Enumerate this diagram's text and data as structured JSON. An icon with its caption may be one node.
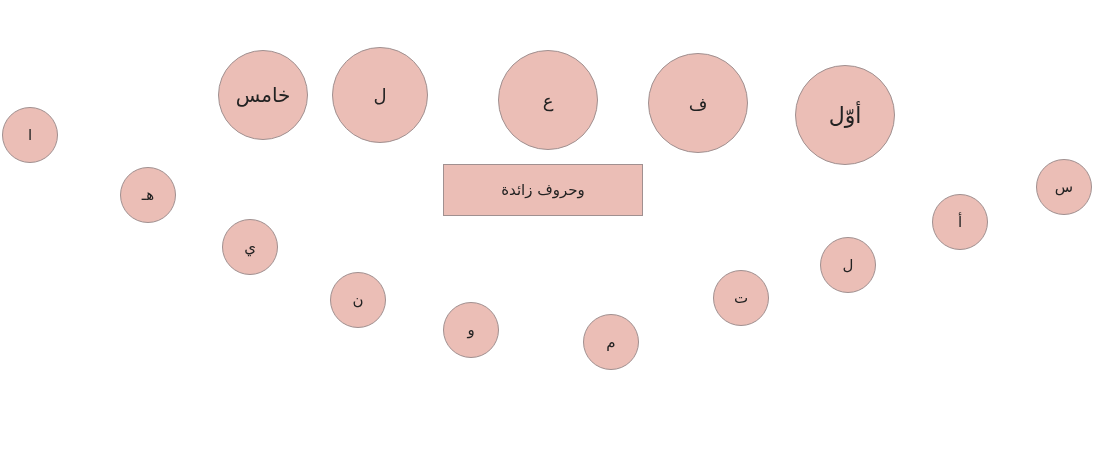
{
  "diagram": {
    "nodes": [
      {
        "text": [
          "أوّل"
        ]
      },
      {
        "text": [
          "ف"
        ]
      },
      {
        "text": [
          "ع"
        ]
      },
      {
        "text": [
          "ل"
        ]
      },
      {
        "text": [
          "خامس"
        ]
      },
      {
        "text": [
          "وحروف زائدة"
        ]
      },
      {
        "text": [
          "س"
        ]
      },
      {
        "text": [
          "أ"
        ]
      },
      {
        "text": [
          "ل"
        ]
      },
      {
        "text": [
          "ت"
        ]
      },
      {
        "text": [
          "م"
        ]
      },
      {
        "text": [
          "و"
        ]
      },
      {
        "text": [
          "ن"
        ]
      },
      {
        "text": [
          "ي"
        ]
      },
      {
        "text": [
          "هـ"
        ]
      },
      {
        "text": [
          "ا"
        ]
      }
    ]
  }
}
